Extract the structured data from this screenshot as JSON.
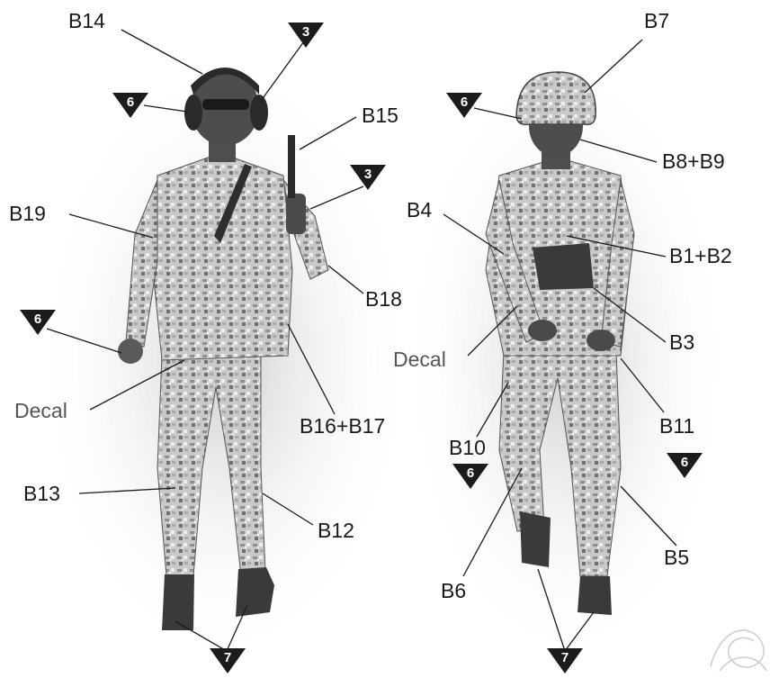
{
  "left_figure": {
    "labels": {
      "b14": "B14",
      "b15": "B15",
      "b19": "B19",
      "b18": "B18",
      "b16_b17": "B16+B17",
      "decal": "Decal",
      "b13": "B13",
      "b12": "B12"
    },
    "markers": {
      "m3_top": "3",
      "m6_head": "6",
      "m3_hand": "3",
      "m6_arm": "6",
      "m7_feet": "7"
    }
  },
  "right_figure": {
    "labels": {
      "b7": "B7",
      "b8_b9": "B8+B9",
      "b4": "B4",
      "b1_b2": "B1+B2",
      "b3": "B3",
      "decal": "Decal",
      "b10": "B10",
      "b11": "B11",
      "b6": "B6",
      "b5": "B5"
    },
    "markers": {
      "m6_head": "6",
      "m6_left_leg": "6",
      "m6_right_leg": "6",
      "m7_feet": "7"
    }
  },
  "colors": {
    "camo_light": "#d8d8d8",
    "camo_mid": "#9a9a9a",
    "camo_dark": "#555555",
    "marker": "#1c1c1c"
  }
}
